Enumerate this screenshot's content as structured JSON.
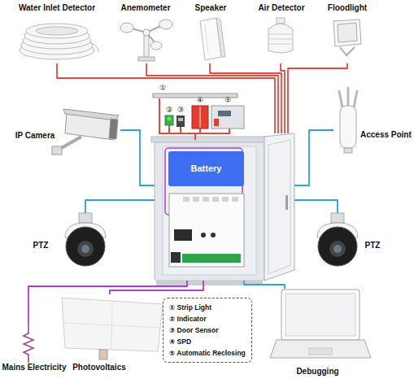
{
  "diagram": {
    "nodes": [
      {
        "text": [
          "Water Inlet Detector"
        ]
      },
      {
        "text": [
          "Anemometer"
        ]
      },
      {
        "text": [
          "Speaker"
        ]
      },
      {
        "text": [
          "Air Detector"
        ]
      },
      {
        "text": [
          "Floodlight"
        ]
      },
      {
        "text": [
          "IP Camera"
        ]
      },
      {
        "text": [
          "Access Point"
        ]
      },
      {
        "text": []
      },
      {
        "text": [
          "Battery"
        ],
        "in": 7
      },
      {
        "text": [
          "PTZ"
        ]
      },
      {
        "text": [
          "PTZ"
        ]
      },
      {
        "text": [
          "Mains Electricity"
        ]
      },
      {
        "text": [
          "Photovoltaics"
        ]
      },
      {
        "text": [
          "Debugging"
        ]
      }
    ],
    "edges": [
      {
        "from": 0,
        "to": 7,
        "arrow": "none"
      },
      {
        "from": 1,
        "to": 7,
        "arrow": "none"
      },
      {
        "from": 2,
        "to": 7,
        "arrow": "none"
      },
      {
        "from": 3,
        "to": 7,
        "arrow": "none"
      },
      {
        "from": 4,
        "to": 7,
        "arrow": "none"
      },
      {
        "from": 5,
        "to": 7,
        "arrow": "none"
      },
      {
        "from": 6,
        "to": 7,
        "arrow": "none"
      },
      {
        "from": 9,
        "to": 7,
        "arrow": "none"
      },
      {
        "from": 10,
        "to": 7,
        "arrow": "none"
      },
      {
        "from": 11,
        "to": 7,
        "arrow": "none"
      },
      {
        "from": 12,
        "to": 7,
        "arrow": "none"
      },
      {
        "from": 13,
        "to": 7,
        "arrow": "none"
      }
    ],
    "labels": [
      "①",
      "②",
      "③",
      "④",
      "⑤"
    ],
    "legend": [
      {
        "text": "① Strip Light"
      },
      {
        "text": "② Indicator"
      },
      {
        "text": "③ Door Sensor"
      },
      {
        "text": "④ SPD"
      },
      {
        "text": "⑤ Automatic Reclosing"
      }
    ]
  }
}
